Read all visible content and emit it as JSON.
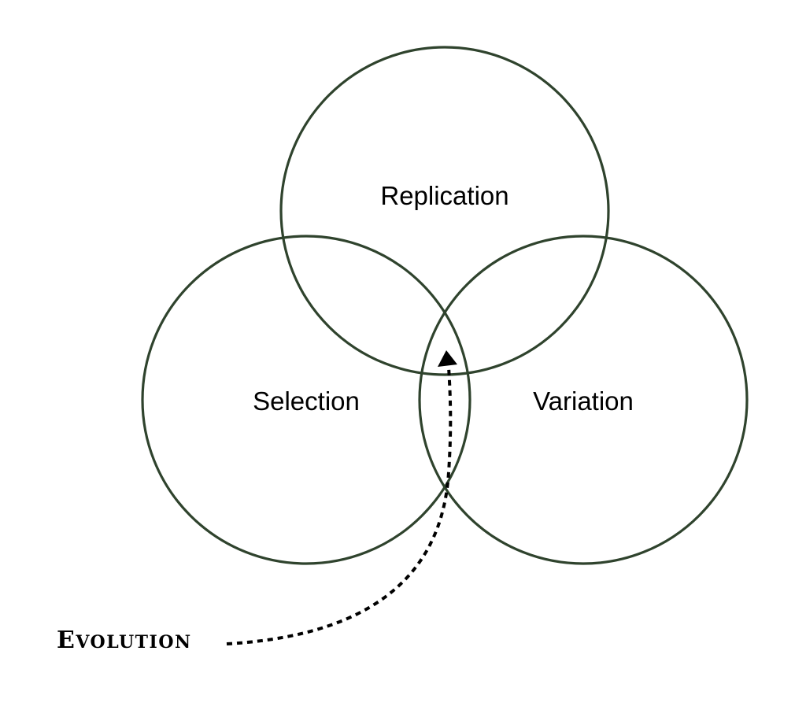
{
  "diagram": {
    "circles": {
      "replication": {
        "label": "Replication"
      },
      "selection": {
        "label": "Selection"
      },
      "variation": {
        "label": "Variation"
      }
    },
    "outcome": {
      "label": "Evolution",
      "first_letter": "E",
      "rest": "VOLUTION"
    }
  },
  "colors": {
    "circle_stroke": "#2f432d",
    "text": "#000000",
    "connector": "#000000"
  }
}
